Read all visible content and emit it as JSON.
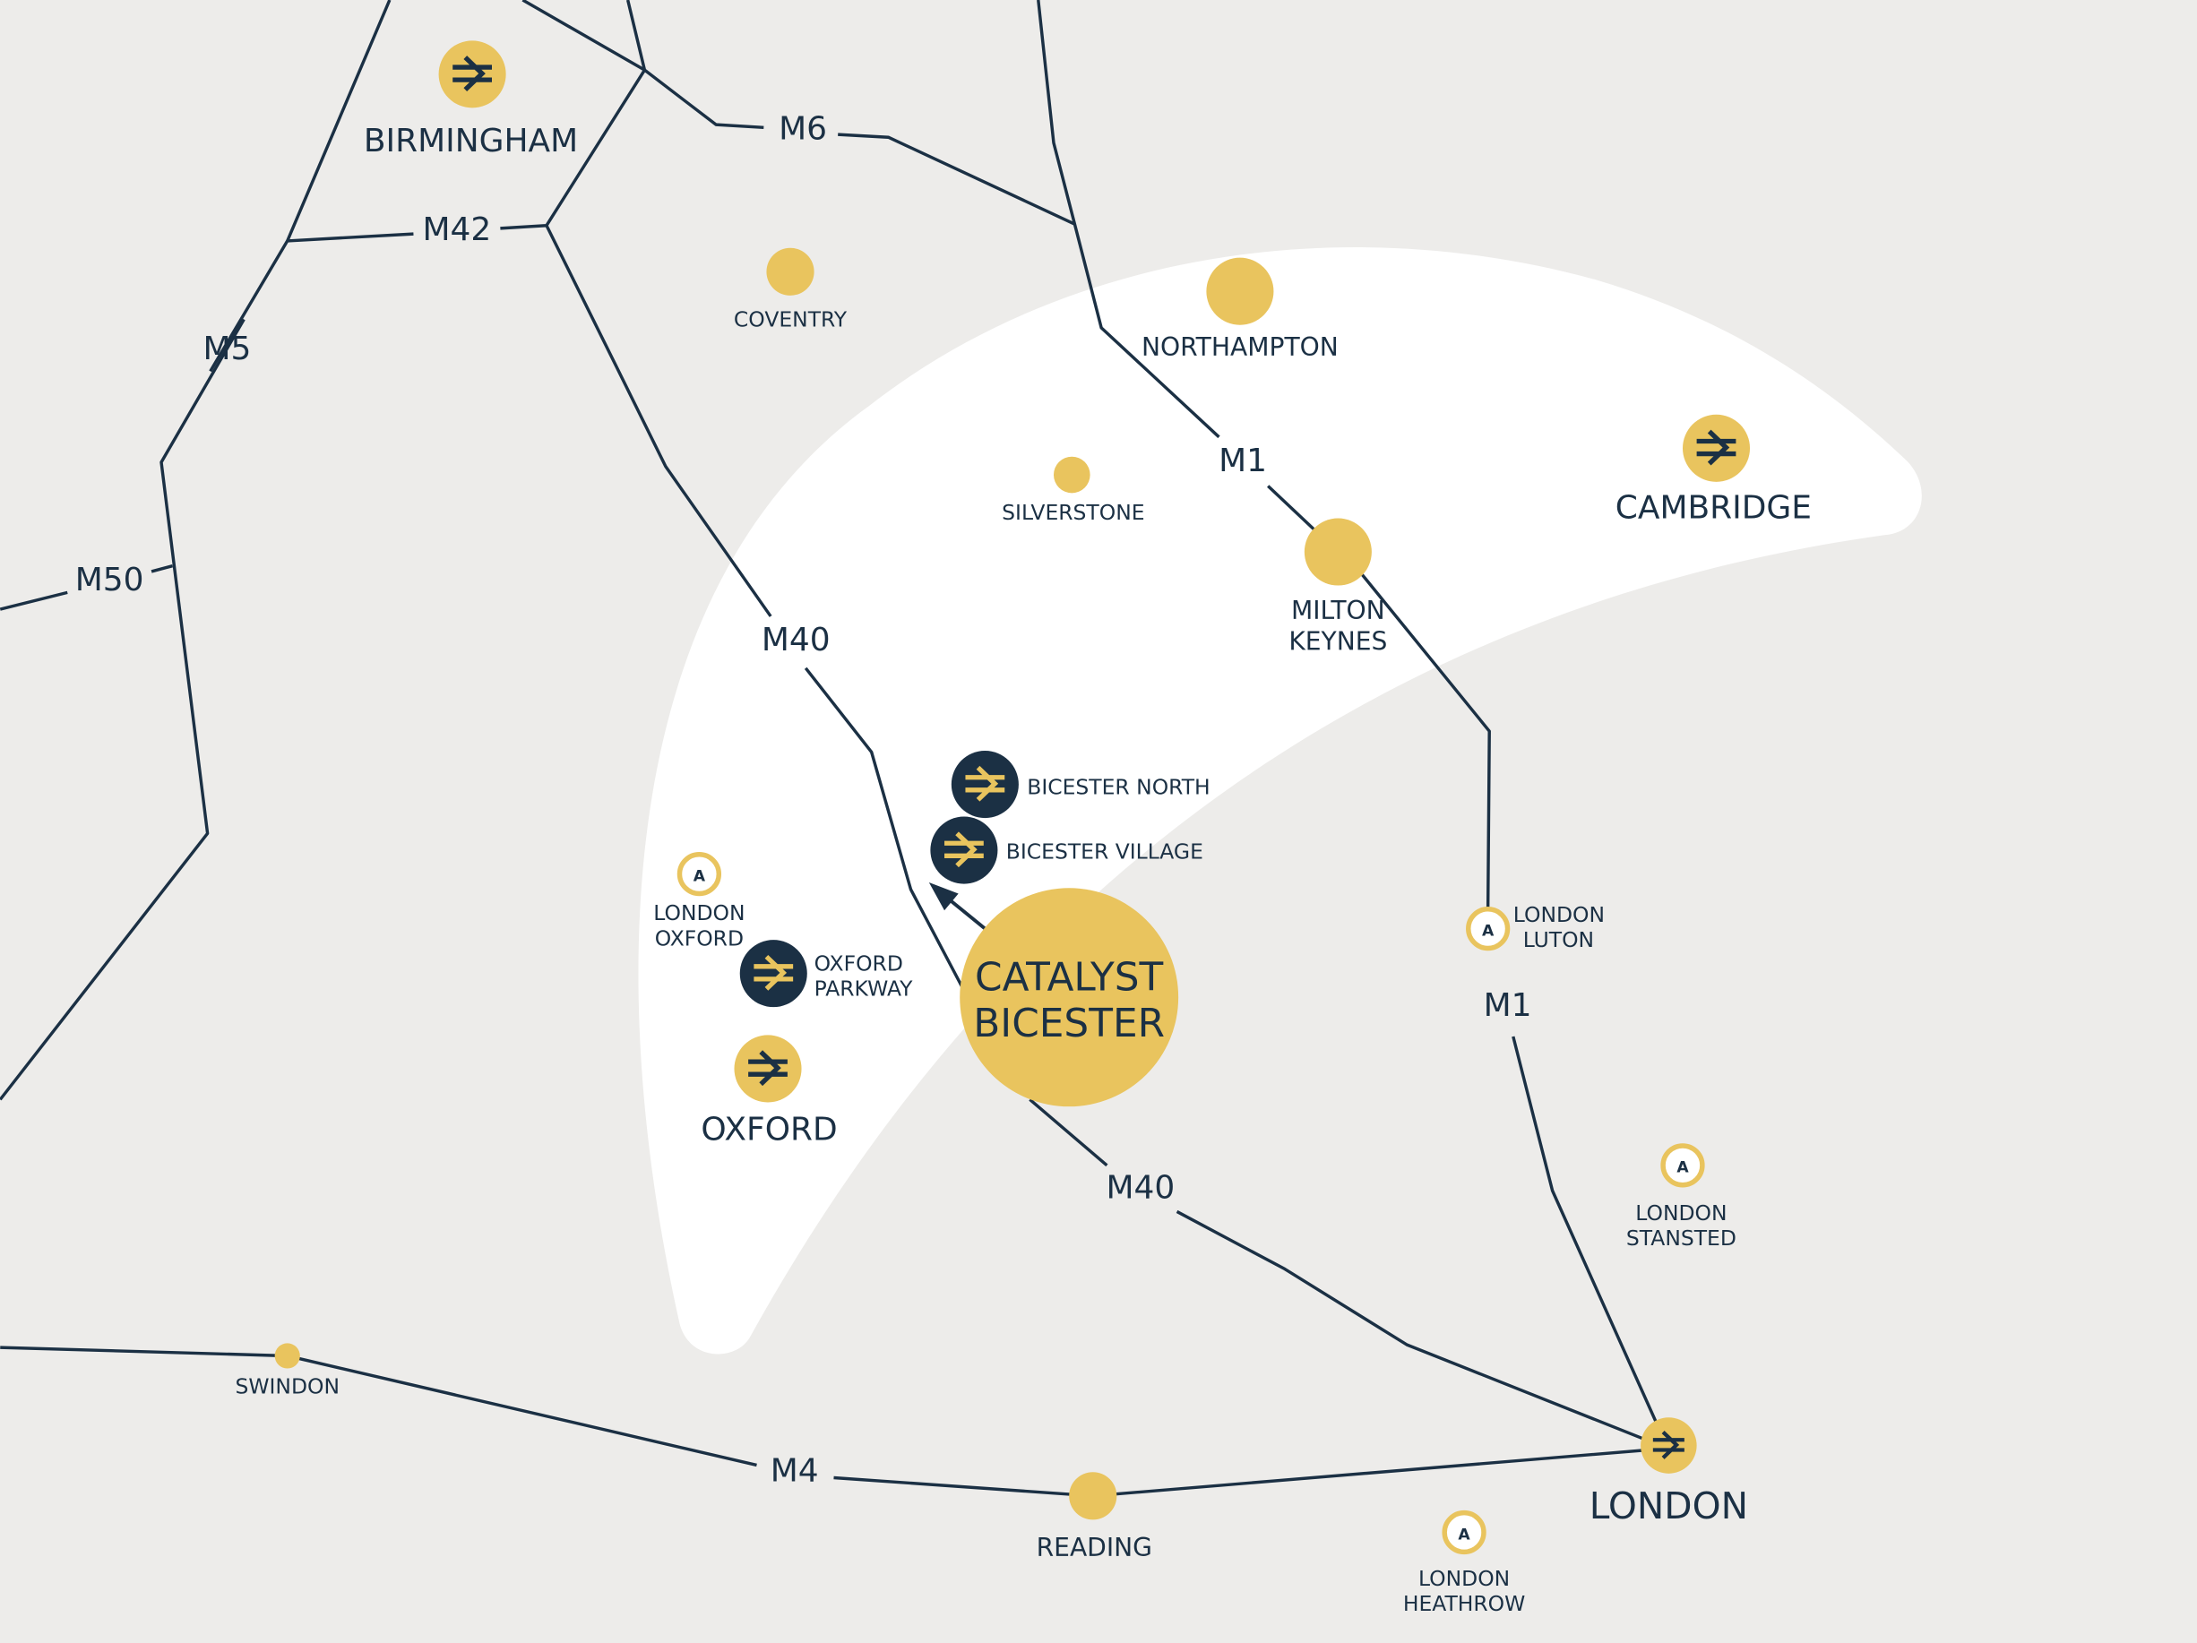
{
  "colors": {
    "background": "#edecea",
    "zone": "#ffffff",
    "navy": "#1b3044",
    "yellow": "#e9c45e"
  },
  "roads": {
    "m5": "M5",
    "m50": "M50",
    "m42": "M42",
    "m6": "M6",
    "m1_north": "M1",
    "m1_south": "M1",
    "m40_north": "M40",
    "m40_south": "M40",
    "m4": "M4"
  },
  "places": {
    "birmingham": "BIRMINGHAM",
    "coventry": "COVENTRY",
    "northampton": "NORTHAMPTON",
    "silverstone": "SILVERSTONE",
    "cambridge": "CAMBRIDGE",
    "milton_keynes": [
      "MILTON",
      "KEYNES"
    ],
    "bicester_north": "BICESTER NORTH",
    "bicester_village": "BICESTER VILLAGE",
    "london_oxford": [
      "LONDON",
      "OXFORD"
    ],
    "oxford_parkway": [
      "OXFORD",
      "PARKWAY"
    ],
    "oxford": "OXFORD",
    "catalyst": [
      "CATALYST",
      "BICESTER"
    ],
    "london_luton": [
      "LONDON",
      "LUTON"
    ],
    "london_stansted": [
      "LONDON",
      "STANSTED"
    ],
    "swindon": "SWINDON",
    "reading": "READING",
    "london": "LONDON",
    "london_heathrow": [
      "LONDON",
      "HEATHROW"
    ]
  },
  "icons": {
    "rail": "national-rail-icon",
    "airport": "airport-icon",
    "airport_letter": "A"
  }
}
